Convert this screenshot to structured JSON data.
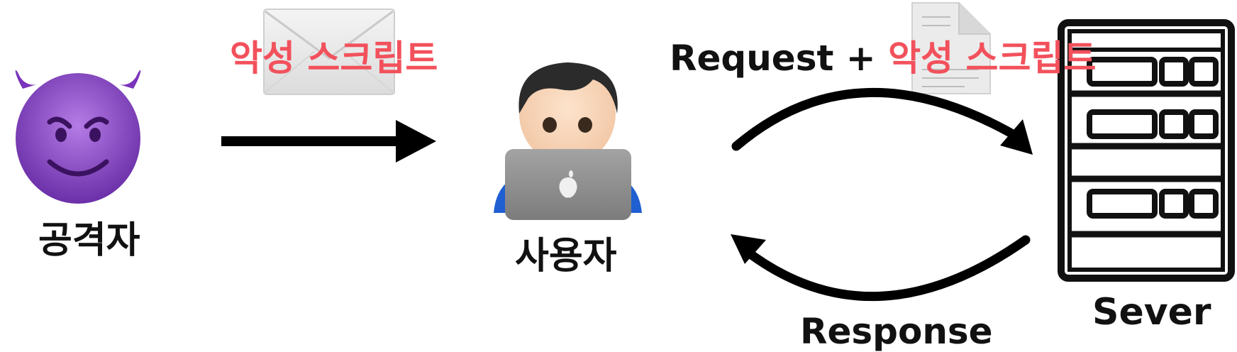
{
  "attacker": {
    "label": "공격자"
  },
  "user": {
    "label": "사용자"
  },
  "server": {
    "label": "Sever"
  },
  "attack": {
    "payload_label": "악성 스크립트"
  },
  "request": {
    "label": "Request + ",
    "payload_label": "악성 스크립트"
  },
  "response": {
    "label": "Response"
  },
  "colors": {
    "accent": "#f2515c",
    "ink": "#111111",
    "devil": "#8a3fc7",
    "laptop": "#8e8e8e"
  },
  "icons": {
    "attacker": "smiling-devil-icon",
    "user": "person-with-laptop-icon",
    "server": "server-rack-icon",
    "mail": "envelope-icon",
    "doc": "document-icon"
  }
}
